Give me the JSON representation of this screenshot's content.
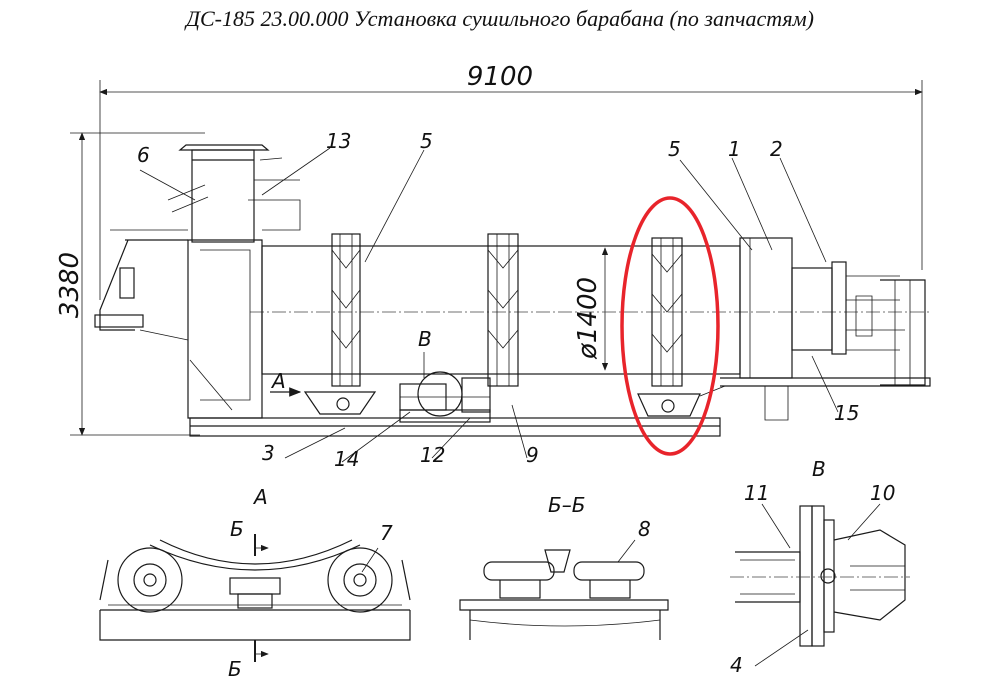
{
  "title": "ДС-185 23.00.000 Установка сушильного барабана (по запчастям)",
  "dimensions": {
    "length": "9100",
    "height": "3380",
    "diameter": "ø1400"
  },
  "callouts": {
    "c1": "1",
    "c2": "2",
    "c3": "3",
    "c4": "4",
    "c5a": "5",
    "c5b": "5",
    "c6": "6",
    "c7": "7",
    "c8": "8",
    "c9": "9",
    "c10": "10",
    "c11": "11",
    "c12": "12",
    "c13": "13",
    "c14": "14",
    "c15": "15"
  },
  "views": {
    "a_marker": "A",
    "b_marker": "Б",
    "v_marker": "В",
    "view_a": "А",
    "view_bb": "Б–Б",
    "view_v": "В",
    "cut_b_top": "Б",
    "cut_b_bottom": "Б"
  },
  "highlight_color": "#e8242b"
}
